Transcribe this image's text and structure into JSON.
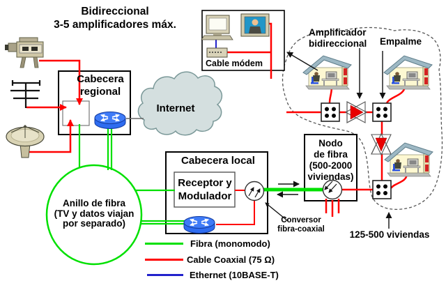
{
  "title": {
    "line1": "Bidireccional",
    "line2": "3-5 amplificadores máx."
  },
  "network": {
    "cabecera_regional": "Cabecera regional",
    "internet": "Internet",
    "cable_modem": "Cable módem",
    "cabecera_local": "Cabecera local",
    "receptor": "Receptor y Modulador",
    "nodo_line1": "Nodo",
    "nodo_line2": "de fibra",
    "nodo_line3": "(500-2000",
    "nodo_line4": "viviendas)",
    "ring_line1": "Anillo de fibra",
    "ring_line2": "(TV y datos viajan",
    "ring_line3": "por separado)"
  },
  "annotations": {
    "amplificador": "Amplificador bidireccional",
    "empalme": "Empalme",
    "conversor_line1": "Conversor",
    "conversor_line2": "fibra-coaxial",
    "viviendas": "125-500 viviendas"
  },
  "legend": {
    "items": [
      {
        "label": "Fibra (monomodo)",
        "color": "#00e000"
      },
      {
        "label": "Cable Coaxial (75 Ω)",
        "color": "#ff0000"
      },
      {
        "label": "Ethernet (10BASE-T)",
        "color": "#2222cc"
      }
    ]
  },
  "colors": {
    "fiber": "#00e000",
    "coax": "#ff0000",
    "ethernet": "#2222cc",
    "router": "#2e6cf0",
    "cloud": "#d4dfdf"
  }
}
